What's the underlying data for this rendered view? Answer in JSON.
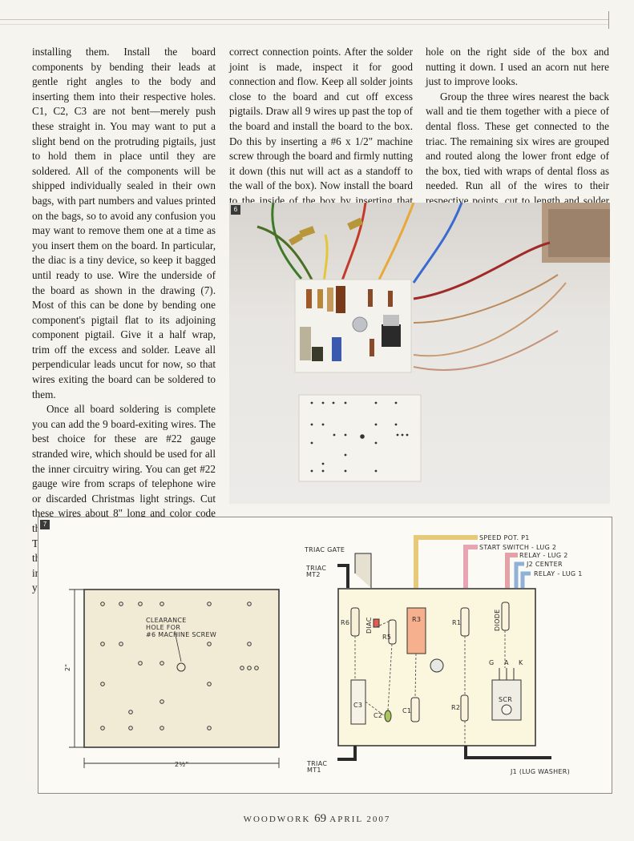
{
  "article": {
    "col1": [
      "installing them. Install the board components by bending their leads at gentle right angles to the body and inserting them into their respective holes. C1, C2, C3 are not bent—merely push these straight in. You may want to put a slight bend on the protruding pigtails, just to hold them in place until they are soldered. All of the components will be shipped individually sealed in their own bags, with part numbers and values printed on the bags, so to avoid any confusion you may want to remove them one at a time as you insert them on the board. In particular, the diac is a tiny device, so keep it bagged until ready to use. Wire the underside of the board as shown in the drawing (7). Most of this can be done by bending one component's pigtail flat to its adjoining component pigtail. Give it a half wrap, trim off the excess and solder. Leave all perpendicular leads uncut for now, so that wires exiting the board can be soldered to them.",
      "Once all board soldering is complete you can add the 9 board-exiting wires. The best choice for these are #22 gauge stranded wire, which should be used for all the inner circuitry wiring. You can get #22 gauge wire from scraps of telephone wire or discarded Christmas light strings. Cut these wires about 8\" long and color code them or label them with masking tape. These wires are attached and soldered to the perpendicular pigtails you have left intact. Prior to soldering, double-check that you have made the"
    ],
    "col2": [
      "correct connection points. After the solder joint is made, inspect it for good connection and flow. Keep all solder joints close to the board and cut off excess pigtails. Draw all 9 wires up past the top of the board and install the board to the box. Do this by inserting a #6 x 1/2\" machine screw through the board and firmly nutting it down (this nut will act as a standoff to the wall of the box). Now install the board to the inside of the box by inserting that screw through the mounting"
    ],
    "col3": [
      "hole on the right side of the box and nutting it down. I used an acorn nut here just to improve looks.",
      "Group the three wires nearest the back wall and tie them together with a piece of dental floss. These get connected to the triac. The remaining six wires are grouped and routed along the lower front edge of the box, tied with wraps of dental floss as needed. Run all of the wires to their respective points, cut to length and solder or crimp on quick"
    ]
  },
  "photo": {
    "badge": "6"
  },
  "figure": {
    "badge": "7",
    "clearance_label": [
      "CLEARANCE",
      "HOLE FOR",
      "#6 MACHINE SCREW"
    ],
    "dim_height": "2\"",
    "dim_width": "2½\"",
    "labels": {
      "triac_gate": "TRIAC GATE",
      "triac_mt2": [
        "TRIAC",
        "MT2"
      ],
      "triac_mt1": [
        "TRIAC",
        "MT1"
      ],
      "speed_pot": "SPEED POT. P1",
      "start_switch": "START SWITCH - LUG 2",
      "relay_lug2": "RELAY - LUG 2",
      "j2_center": "J2 CENTER",
      "relay_lug1": "RELAY - LUG 1",
      "j1": "J1 (LUG WASHER)",
      "r6": "R6",
      "diac": "DIAC",
      "r5": "R5",
      "r3": "R3",
      "r1": "R1",
      "diode": "DIODE",
      "c3": "C3",
      "c2": "C2",
      "c1": "C1",
      "r2": "R2",
      "scr": "SCR",
      "g": "G",
      "a": "A",
      "k": "K"
    }
  },
  "footer": {
    "magazine": "WOODWORK",
    "page": "69",
    "date": "APRIL 2007"
  }
}
